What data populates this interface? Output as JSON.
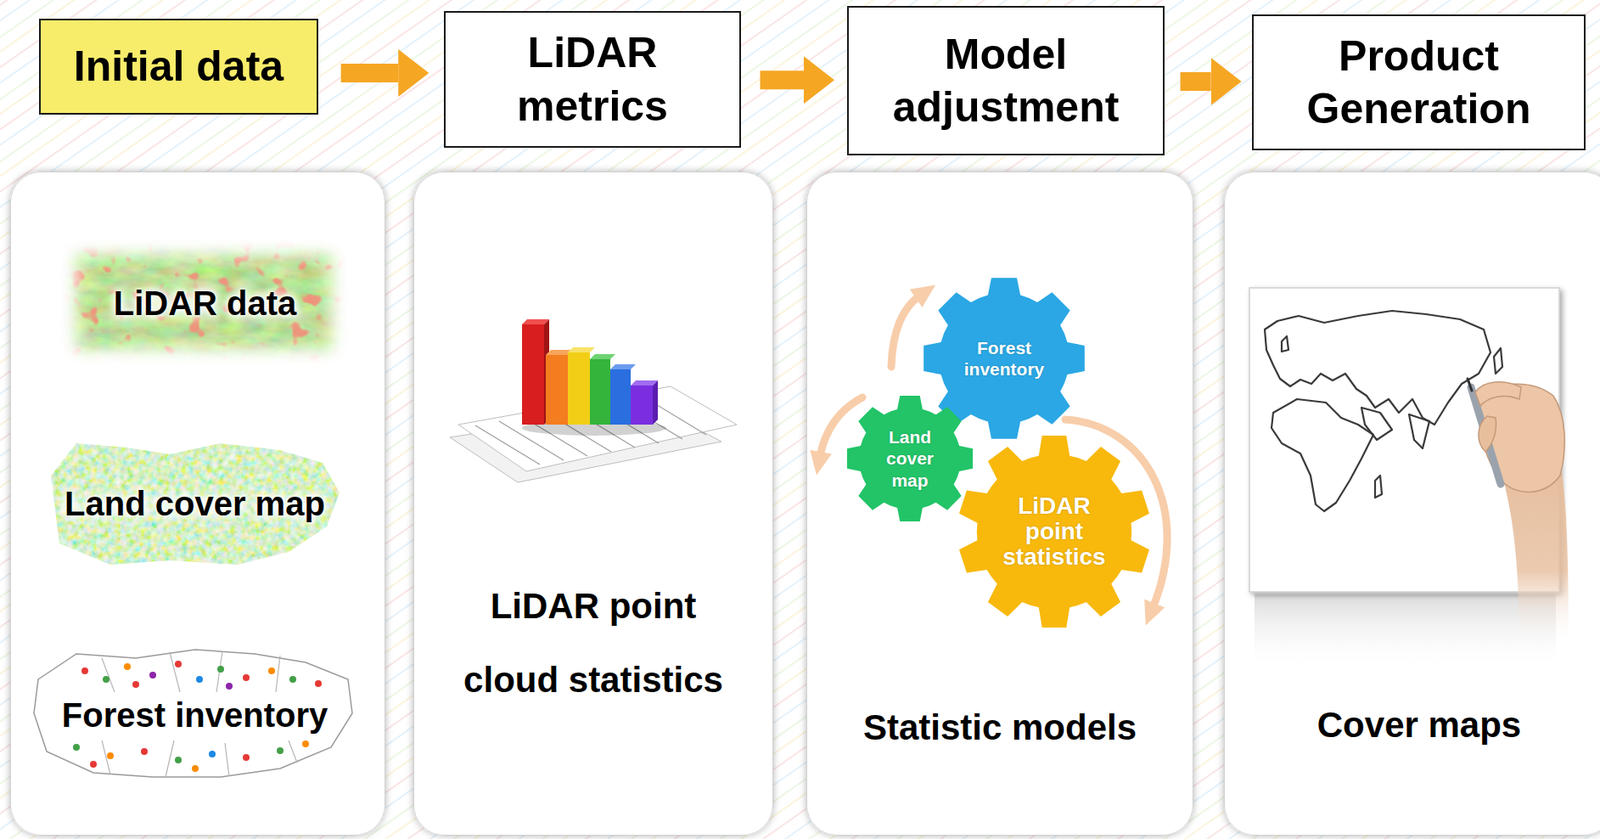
{
  "diagram": {
    "nodes": [
      {
        "text": [
          "Initial data"
        ]
      },
      {
        "text": [
          "LiDAR metrics"
        ]
      },
      {
        "text": [
          "Model adjustment"
        ]
      },
      {
        "text": [
          "Product Generation"
        ]
      },
      {
        "text": []
      },
      {
        "text": [
          "LiDAR data"
        ],
        "in": 4
      },
      {
        "text": [
          "Land cover map"
        ],
        "in": 4
      },
      {
        "text": [
          "Forest inventory"
        ],
        "in": 4
      },
      {
        "text": [
          "LiDAR point cloud statistics"
        ]
      },
      {
        "text": [
          "Statistic models"
        ]
      },
      {
        "text": [
          "Forest inventory"
        ],
        "in": 9
      },
      {
        "text": [
          "Land cover map"
        ],
        "in": 9
      },
      {
        "text": [
          "LiDAR point statistics"
        ],
        "in": 9
      },
      {
        "text": [
          "Cover maps"
        ]
      }
    ],
    "edges": [
      {
        "from": 0,
        "to": 1,
        "arrow": "to"
      },
      {
        "from": 1,
        "to": 2,
        "arrow": "to"
      },
      {
        "from": 2,
        "to": 3,
        "arrow": "to"
      }
    ]
  }
}
